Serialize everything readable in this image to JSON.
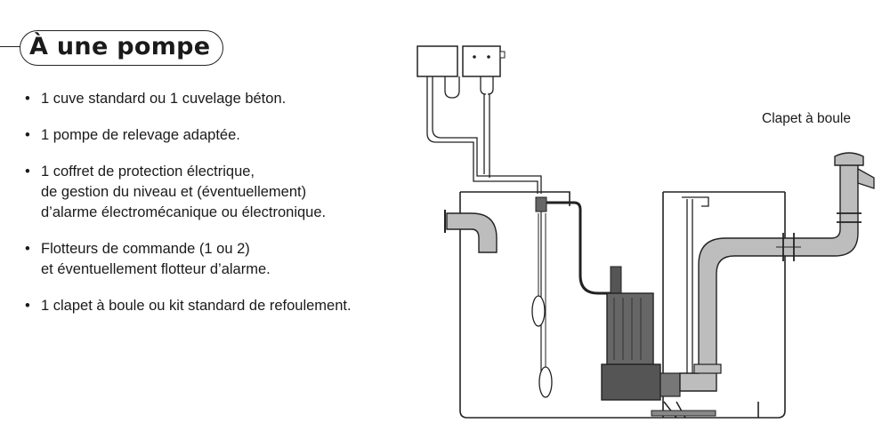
{
  "title": "À une pompe",
  "bullets": [
    {
      "lines": [
        "1 cuve standard ou 1 cuvelage béton."
      ]
    },
    {
      "lines": [
        "1 pompe de relevage adaptée."
      ]
    },
    {
      "lines": [
        "1 coffret de protection électrique,",
        "de gestion du niveau et (éventuellement)",
        "d’alarme électromécanique ou électronique."
      ]
    },
    {
      "lines": [
        "Flotteurs de commande (1 ou 2)",
        "et éventuellement flotteur d’alarme."
      ]
    },
    {
      "lines": [
        "1 clapet à boule ou kit standard de refoulement."
      ]
    }
  ],
  "diagram": {
    "label_clapet": "Clapet à boule"
  }
}
